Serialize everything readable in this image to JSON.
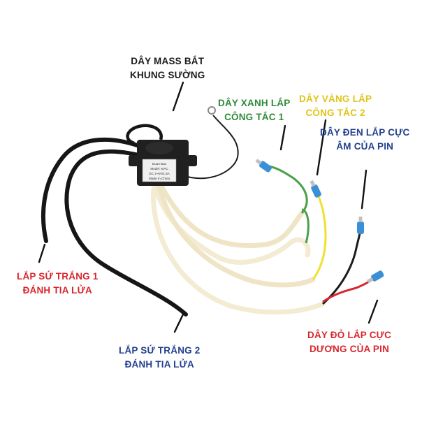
{
  "labels": {
    "ground_wire": {
      "line1": "DÂY MASS BẮT",
      "line2": "KHUNG SƯỜNG",
      "color": "#1a1a1a"
    },
    "green_wire": {
      "line1": "DÂY XANH LẮP",
      "line2": "CÔNG TẮC 1",
      "color": "#2e8b3a"
    },
    "yellow_wire": {
      "line1": "DÂY VÀNG LẮP",
      "line2": "CÔNG TẮC 2",
      "color": "#e0c419"
    },
    "black_wire": {
      "line1": "DÂY ĐEN LẮP CỰC",
      "line2": "ÂM CỦA PIN",
      "color": "#23408e"
    },
    "red_wire": {
      "line1": "DÂY ĐỎ LẮP CỰC",
      "line2": "DƯƠNG CỦA PIN",
      "color": "#d8262b"
    },
    "porcelain_1": {
      "line1": "LẮP SỨ TRẮNG 1",
      "line2": "ĐÁNH TIA LỬA",
      "color": "#d8262b"
    },
    "porcelain_2": {
      "line1": "LẮP SỨ TRẮNG 2",
      "line2": "ĐÁNH TIA LỬA",
      "color": "#23408e"
    }
  },
  "module": {
    "brand": "Duan Bao",
    "model": "Model: MAC",
    "spec": "DC 3~6V/1.5A",
    "origin": "Made In China"
  },
  "colors": {
    "wire_white": "#f3ecd2",
    "wire_green": "#4aa04a",
    "wire_yellow": "#f0e030",
    "wire_black": "#1c1c1c",
    "wire_red": "#d8262b",
    "terminal_blue": "#3a8fd6",
    "arrow": "#111111"
  }
}
